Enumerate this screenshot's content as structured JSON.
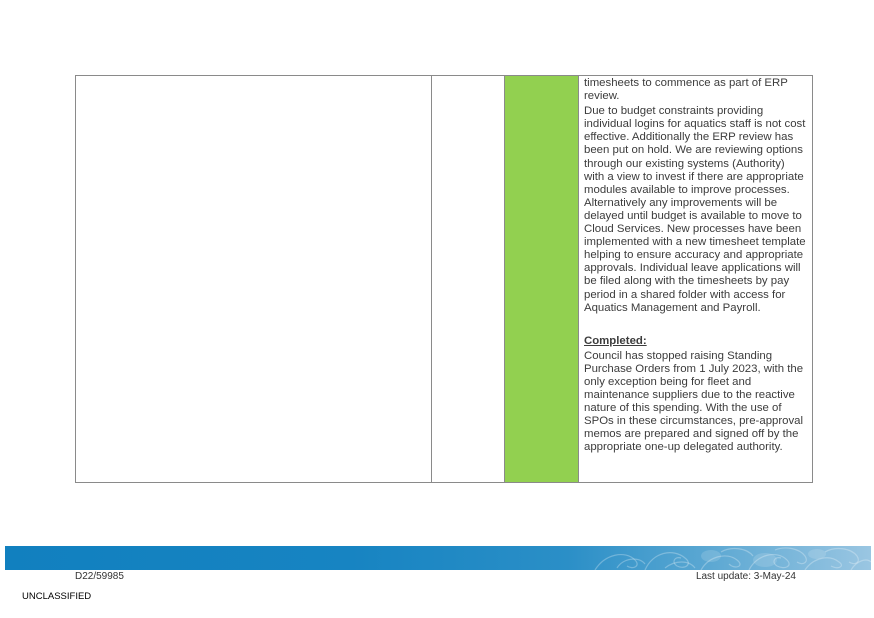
{
  "table": {
    "row": {
      "col1_text": "",
      "col2_text": "",
      "status_color": "#92d050",
      "paragraphs": [
        "timesheets to commence as part of ERP review.",
        "Due to budget constraints providing individual logins for aquatics staff is not cost effective. Additionally the ERP review has been put on hold. We are reviewing options through our existing systems (Authority) with a view to invest if there are appropriate modules available to improve processes. Alternatively any improvements will be delayed until budget is available to move to Cloud Services. New processes have been implemented with a new timesheet template helping to ensure accuracy and appropriate approvals. Individual leave applications will be filed along with the timesheets by pay period in a shared folder with access for Aquatics Management and Payroll."
      ],
      "completed_heading": "Completed:",
      "completed_text": "Council has stopped raising Standing Purchase Orders from 1 July 2023, with the only exception being for fleet and maintenance suppliers due to the reactive nature of this spending. With the use of SPOs in these circumstances, pre-approval memos are prepared and signed off by the appropriate one-up delegated authority."
    }
  },
  "footer": {
    "doc_ref": "D22/59985",
    "last_update": "Last update: 3-May-24",
    "classification": "UNCLASSIFIED",
    "banner_color": "#1180bf"
  }
}
